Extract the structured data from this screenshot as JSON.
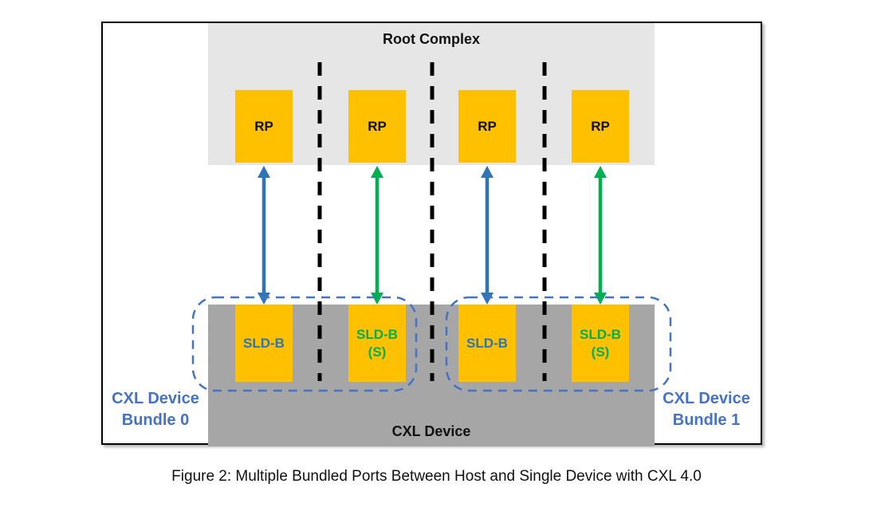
{
  "colors": {
    "port_orange": "#FFC000",
    "root_complex_gray": "#E7E6E6",
    "device_gray": "#A6A6A6",
    "separator": "#000000",
    "bundle_blue": "#4472C4",
    "arrow_blue": "#2E75B6",
    "arrow_green": "#00B050"
  },
  "figure": {
    "root_complex": {
      "label": "Root Complex",
      "ports": [
        {
          "label": "RP"
        },
        {
          "label": "RP"
        },
        {
          "label": "RP"
        },
        {
          "label": "RP"
        }
      ]
    },
    "device": {
      "label": "CXL Device",
      "ports": [
        {
          "label": "SLD-B",
          "text_color": "#2E75B6"
        },
        {
          "label": "SLD-B (S)",
          "text_color": "#00B050"
        },
        {
          "label": "SLD-B",
          "text_color": "#2E75B6"
        },
        {
          "label": "SLD-B (S)",
          "text_color": "#00B050"
        }
      ]
    },
    "bundles": [
      {
        "label": "CXL Device Bundle 0"
      },
      {
        "label": "CXL Device Bundle 1"
      }
    ],
    "links": [
      {
        "from": "RP",
        "to": "SLD-B",
        "color": "#2E75B6"
      },
      {
        "from": "RP",
        "to": "SLD-B (S)",
        "color": "#00B050"
      },
      {
        "from": "RP",
        "to": "SLD-B",
        "color": "#2E75B6"
      },
      {
        "from": "RP",
        "to": "SLD-B (S)",
        "color": "#00B050"
      }
    ]
  },
  "caption": "Figure 2: Multiple Bundled Ports Between Host and Single Device with CXL 4.0"
}
